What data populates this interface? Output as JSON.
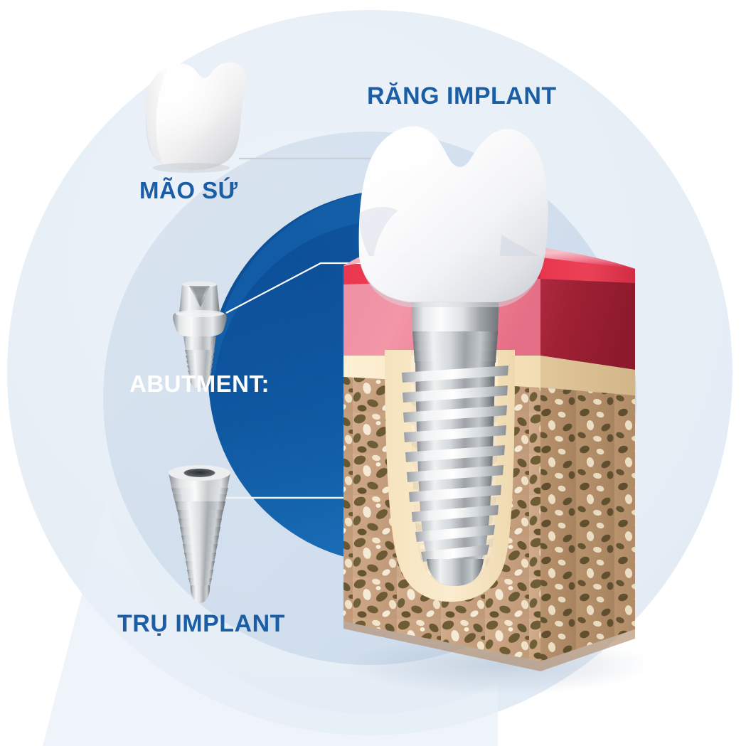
{
  "figure": {
    "title": "Dental implant components diagram",
    "language": "vi",
    "background": {
      "page_color": "#ffffff",
      "outer_circle_color": "#e8eff7",
      "mid_ring_color": "#c9d9ea",
      "inner_circle_color_dark": "#0d4f9e",
      "inner_circle_color_light": "#1d74c0"
    }
  },
  "labels": {
    "crown": "MÃO SỨ",
    "implant_tooth": "RĂNG IMPLANT",
    "abutment": "ABUTMENT:",
    "post": "TRỤ IMPLANT"
  },
  "label_colors": {
    "crown": "#1b5ea6",
    "implant_tooth": "#1b5ea6",
    "abutment": "#ffffff",
    "post": "#1b5ea6"
  },
  "parts": [
    {
      "name": "crown",
      "label": "MÃO SỨ",
      "description": "Porcelain crown cap, white molar shape with two cusps",
      "color": "#f2f2f2"
    },
    {
      "name": "abutment",
      "label": "ABUTMENT:",
      "description": "Titanium abutment with tapered V-grooved top, flared collar and threaded base",
      "color": "#c8cdd1"
    },
    {
      "name": "implant-post",
      "label": "TRỤ IMPLANT",
      "description": "Threaded titanium implant screw with hexagonal internal socket and rounded apex",
      "color": "#c0c5c9"
    },
    {
      "name": "implant-tooth-assembly",
      "label": "RĂNG IMPLANT",
      "description": "Full assembly in cross-sectioned gum and jawbone block",
      "color": "#ffffff"
    }
  ],
  "anatomy": {
    "gum_front": "#f08fa0",
    "gum_top_edge": "#e8384f",
    "gum_side_dark": "#9e2035",
    "cortical_bone": "#fae8c4",
    "trabecular_bone": "#c9a583",
    "trabecular_bone_side": "#b08c6a",
    "trabecula_dark": "#6b5a33",
    "trabecula_light": "#f5ead5",
    "metal_light": "#fdfdfd",
    "metal_mid": "#b9bec2",
    "metal_dark": "#7d8286"
  },
  "leader_lines": {
    "crown_line_color": "#c9cdd2",
    "abutment_line_color": "#ffffff",
    "post_line_color": "#e9eef4"
  }
}
